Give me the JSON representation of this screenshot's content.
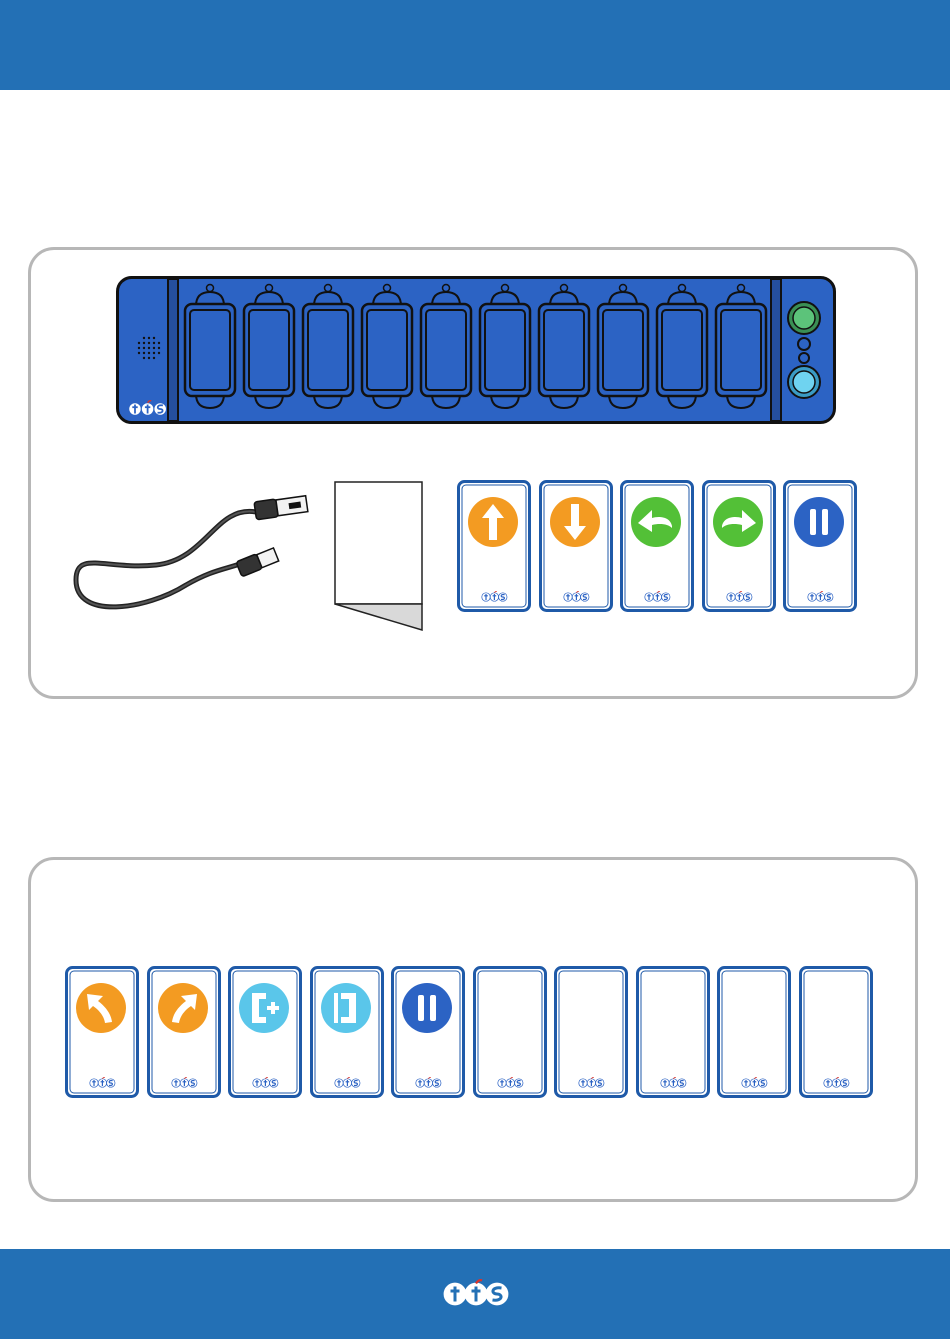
{
  "colors": {
    "brand_blue": "#2370b5",
    "board_blue": "#2c63c4",
    "card_border": "#1f5aa8",
    "orange": "#f39b22",
    "green": "#53c037",
    "light_blue": "#5ac6ea",
    "dark_blue": "#2c63c4",
    "logo_red": "#d8342c",
    "panel_border": "#b7b7b7"
  },
  "device": {
    "icon": "programming-board",
    "slot_count": 10,
    "buttons": [
      "green-go-button-icon",
      "light-blue-button-icon"
    ]
  },
  "accessories": [
    "usb-cable-icon",
    "instruction-leaflet-icon"
  ],
  "starter_cards": [
    {
      "icon": "arrow-up-icon",
      "color": "orange"
    },
    {
      "icon": "arrow-down-icon",
      "color": "orange"
    },
    {
      "icon": "turn-left-icon",
      "color": "green"
    },
    {
      "icon": "turn-right-icon",
      "color": "green"
    },
    {
      "icon": "pause-icon",
      "color": "dark_blue"
    }
  ],
  "extra_cards": [
    {
      "icon": "diagonal-left-icon",
      "color": "orange"
    },
    {
      "icon": "diagonal-right-icon",
      "color": "orange"
    },
    {
      "icon": "loop-start-icon",
      "color": "light_blue"
    },
    {
      "icon": "loop-end-icon",
      "color": "light_blue"
    },
    {
      "icon": "pause-icon",
      "color": "dark_blue"
    },
    {
      "icon": "blank-icon",
      "color": null
    },
    {
      "icon": "blank-icon",
      "color": null
    },
    {
      "icon": "blank-icon",
      "color": null
    },
    {
      "icon": "blank-icon",
      "color": null
    },
    {
      "icon": "blank-icon",
      "color": null
    }
  ],
  "logo": {
    "icon": "tts-logo-icon"
  }
}
